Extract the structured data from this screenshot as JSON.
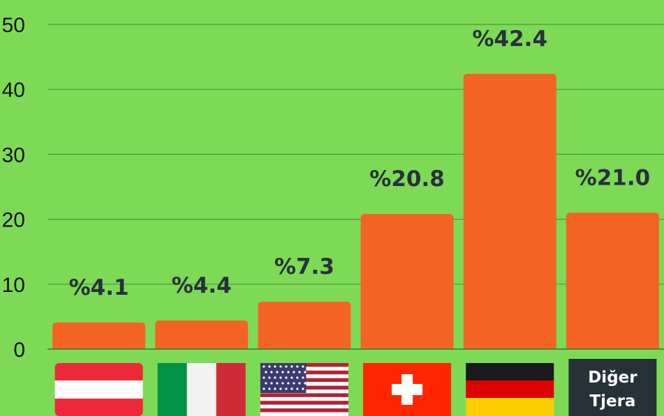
{
  "colors": {
    "background": "#7ed957",
    "bar": "#f36424",
    "grid": "#4a9a3a",
    "label": "#263238"
  },
  "chart_data": {
    "type": "bar",
    "categories": [
      "Austria",
      "Italy",
      "United States",
      "Switzerland",
      "Germany",
      "Diğer Tjera"
    ],
    "category_icons": [
      "austria-flag-icon",
      "italy-flag-icon",
      "usa-flag-icon",
      "switzerland-flag-icon",
      "germany-flag-icon",
      "other-text"
    ],
    "values": [
      4.1,
      4.4,
      7.3,
      20.8,
      42.4,
      21.0
    ],
    "data_labels": [
      "%4.1",
      "%4.4",
      "%7.3",
      "%20.8",
      "%42.4",
      "%21.0"
    ],
    "other_label_lines": [
      "Diğer",
      "Tjera"
    ],
    "yticks": [
      "0",
      "10",
      "20",
      "30",
      "40",
      "50"
    ],
    "ylim": [
      0,
      50
    ],
    "grid": true,
    "legend": "none"
  }
}
